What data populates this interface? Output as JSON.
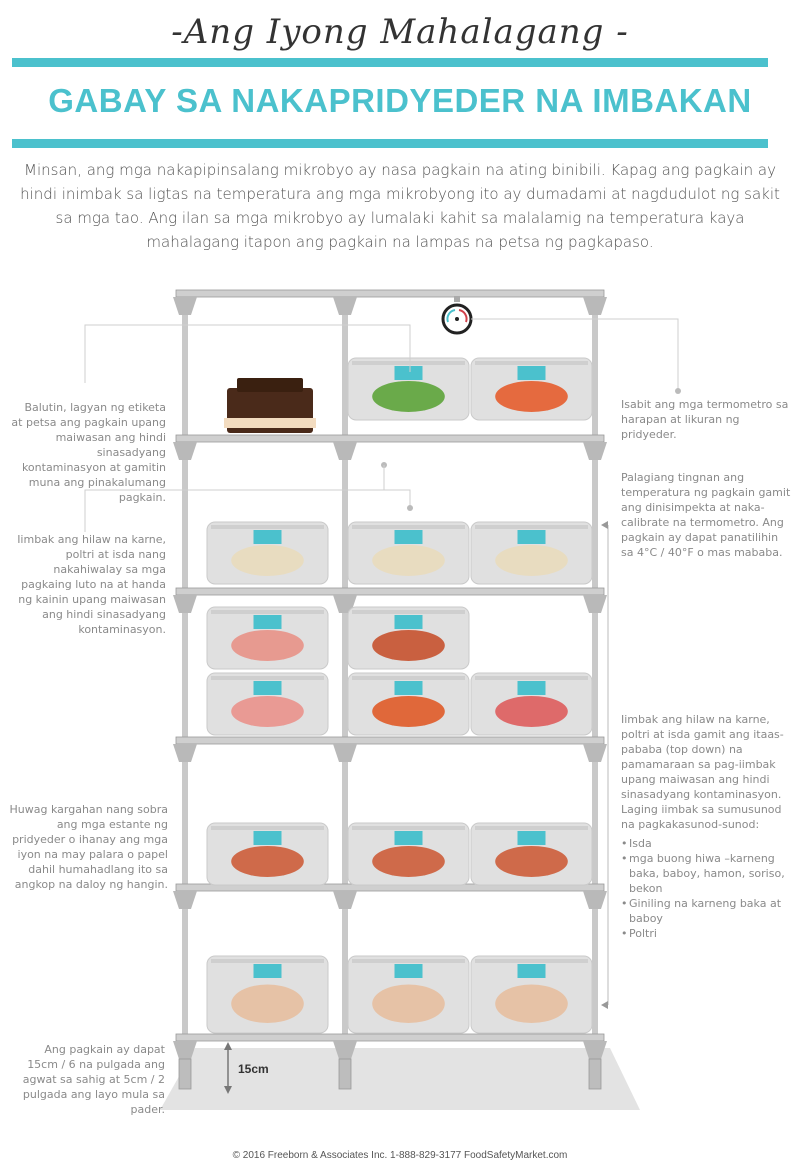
{
  "header": {
    "subtitle": "-Ang Iyong Mahalagang -",
    "title": "GABAY SA NAKAPRIDYEDER NA IMBAKAN",
    "accent_color": "#4bc1cd"
  },
  "intro": "Minsan, ang mga nakapipinsalang mikrobyo ay nasa pagkain na ating binibili. Kapag ang pagkain ay hindi inimbak sa ligtas na temperatura ang mga mikrobyong ito ay dumadami at nagdudulot ng sakit sa mga tao. Ang ilan sa mga mikrobyo ay lumalaki kahit sa malalamig na temperatura kaya mahalagang itapon ang pagkain na lampas na petsa ng pagkapaso.",
  "notes": {
    "label_wrap": "Balutin, lagyan ng etiketa at petsa ang pagkain upang maiwasan ang hindi sinasadyang kontaminasyon at gamitin muna ang pinakalumang pagkain.",
    "separate_raw": "Iimbak ang hilaw na karne, poltri at isda nang nakahiwalay sa mga pagkaing luto na at handa ng kainin upang maiwasan ang hindi sinasadyang kontaminasyon.",
    "no_overload": "Huwag kargahan nang sobra ang mga estante ng pridyeder o ihanay ang mga iyon na may palara o papel dahil humahadlang ito sa angkop na daloy ng hangin.",
    "floor_gap": "Ang pagkain ay dapat 15cm / 6 na pulgada ang agwat sa sahig at 5cm / 2 pulgada ang layo mula sa pader.",
    "thermometer": "Isabit ang mga termometro sa harapan at likuran ng pridyeder.",
    "check_temp": "Palagiang tingnan ang temperatura ng pagkain gamit ang dinisimpekta at naka-calibrate na termometro. Ang pagkain ay dapat panatilihin sa 4°C / 40°F o mas mababa.",
    "top_down": "Iimbak ang hilaw na karne, poltri at isda gamit ang itaas-pababa (top down) na pamamaraan sa pag-iimbak upang maiwasan ang hindi sinasadyang kontaminasyon. Laging iimbak sa sumusunod na pagkakasunod-sunod:",
    "order": [
      "Isda",
      "mga buong hiwa –karneng baka, baboy, hamon, soriso, bekon",
      "Giniling na karneng baka at baboy",
      "Poltri"
    ]
  },
  "shelves": [
    {
      "items": [
        "cake",
        "lettuce",
        "onion-carrots"
      ]
    },
    {
      "items": [
        "fish",
        "fish",
        "fish"
      ]
    },
    {
      "items": [
        "pork-chop",
        "steak",
        null
      ]
    },
    {
      "items": [
        "ham",
        "sausage",
        "beef-cut"
      ]
    },
    {
      "items": [
        "ground-meat",
        "ground-meat",
        "ground-meat"
      ]
    },
    {
      "items": [
        "chicken",
        "chicken",
        "chicken"
      ]
    }
  ],
  "floor_label": "15cm",
  "footer": "© 2016 Freeborn & Associates Inc. 1-888-829-3177 FoodSafetyMarket.com"
}
